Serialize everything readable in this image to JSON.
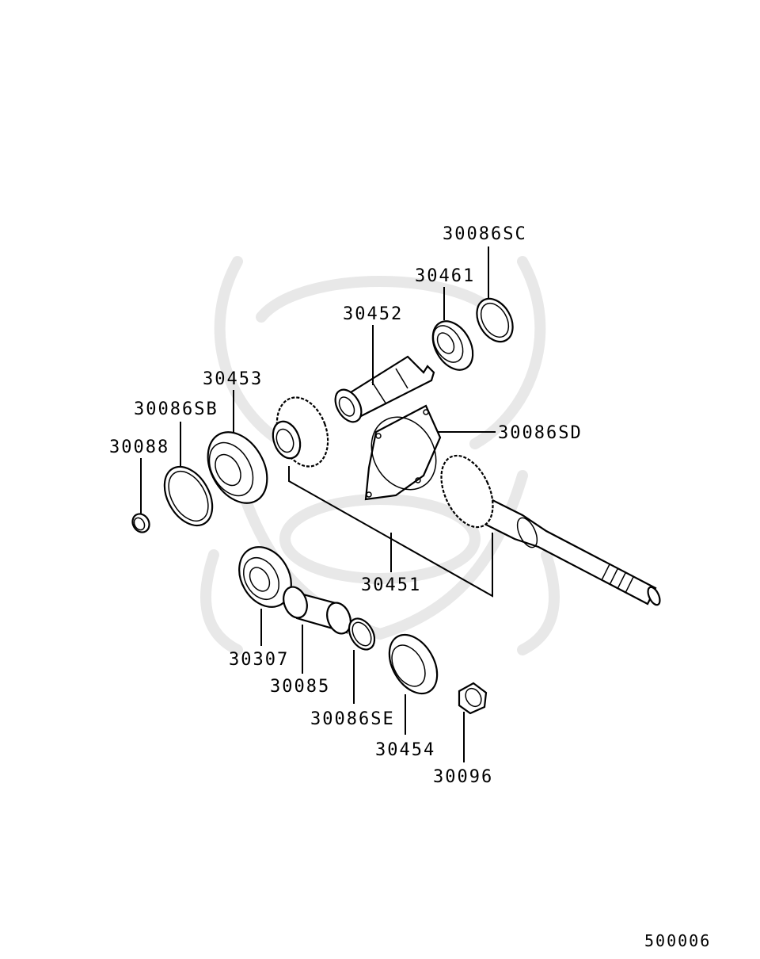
{
  "diagram_id": "500006",
  "callouts": [
    {
      "id": "30086SC",
      "text": "30086SC"
    },
    {
      "id": "30461",
      "text": "30461"
    },
    {
      "id": "30452",
      "text": "30452"
    },
    {
      "id": "30453",
      "text": "30453"
    },
    {
      "id": "30086SB",
      "text": "30086SB"
    },
    {
      "id": "30088",
      "text": "30088"
    },
    {
      "id": "30086SD",
      "text": "30086SD"
    },
    {
      "id": "30451",
      "text": "30451"
    },
    {
      "id": "30307",
      "text": "30307"
    },
    {
      "id": "30085",
      "text": "30085"
    },
    {
      "id": "30086SE",
      "text": "30086SE"
    },
    {
      "id": "30454",
      "text": "30454"
    },
    {
      "id": "30096",
      "text": "30096"
    }
  ]
}
